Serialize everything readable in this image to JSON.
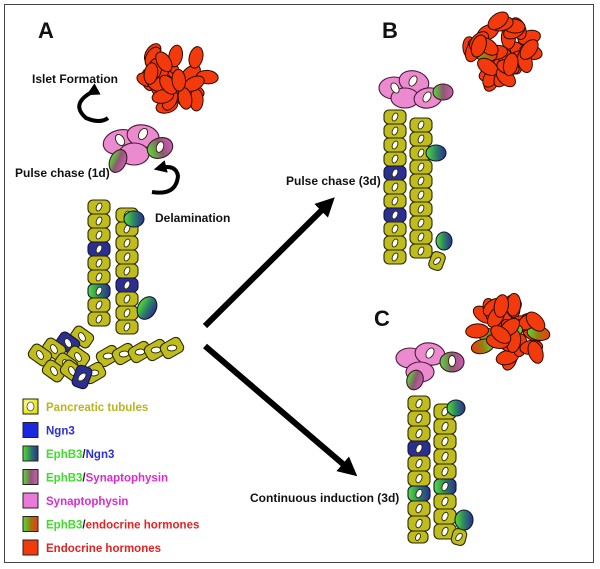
{
  "panels": {
    "a": "A",
    "b": "B",
    "c": "C"
  },
  "labels": {
    "islet_formation": "Islet Formation",
    "pulse_chase_1d": "Pulse chase (1d)",
    "delamination": "Delamination",
    "pulse_chase_3d": "Pulse chase (3d)",
    "continuous_induction": "Continuous induction (3d)"
  },
  "legend": [
    {
      "parts": [
        "Pancreatic tubules"
      ],
      "colors": [
        "#b9b51f"
      ],
      "swatch": "yellow-cell-icon"
    },
    {
      "parts": [
        "Ngn3"
      ],
      "colors": [
        "#2a2fd6"
      ],
      "swatch": "blue-square-icon"
    },
    {
      "parts": [
        "EphB3",
        "/",
        "Ngn3"
      ],
      "colors": [
        "#3fdc2a",
        "#222222",
        "#2a2fd6"
      ],
      "swatch": "green-blue-gradient-icon"
    },
    {
      "parts": [
        "EphB3",
        "/",
        "Synaptophysin"
      ],
      "colors": [
        "#3fdc2a",
        "#222222",
        "#d92bd0"
      ],
      "swatch": "green-purple-gradient-icon"
    },
    {
      "parts": [
        "Synaptophysin"
      ],
      "colors": [
        "#d92bd0"
      ],
      "swatch": "pink-square-icon"
    },
    {
      "parts": [
        "EphB3",
        "/",
        "endocrine hormones"
      ],
      "colors": [
        "#3fdc2a",
        "#222222",
        "#e42222"
      ],
      "swatch": "green-red-gradient-icon"
    },
    {
      "parts": [
        "Endocrine hormones"
      ],
      "colors": [
        "#e42222"
      ],
      "swatch": "red-square-icon"
    }
  ]
}
